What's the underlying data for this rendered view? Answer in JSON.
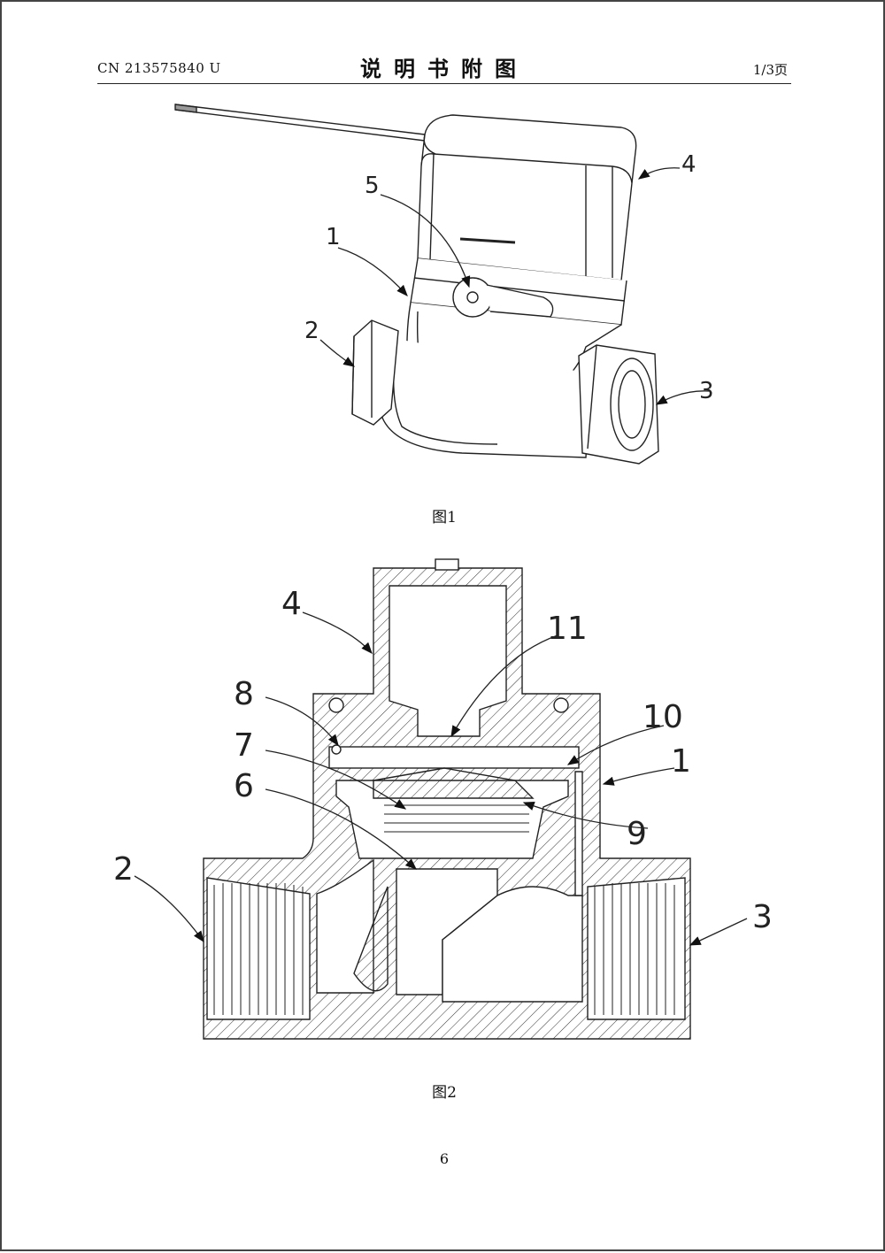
{
  "header": {
    "doc_number": "CN 213575840 U",
    "title": "说明书附图",
    "page_count": "1/3页"
  },
  "figures": [
    {
      "caption": "图1",
      "labels": [
        "1",
        "2",
        "3",
        "4",
        "5"
      ]
    },
    {
      "caption": "图2",
      "labels": [
        "1",
        "2",
        "3",
        "4",
        "6",
        "7",
        "8",
        "9",
        "10",
        "11"
      ]
    }
  ],
  "page_number": "6"
}
